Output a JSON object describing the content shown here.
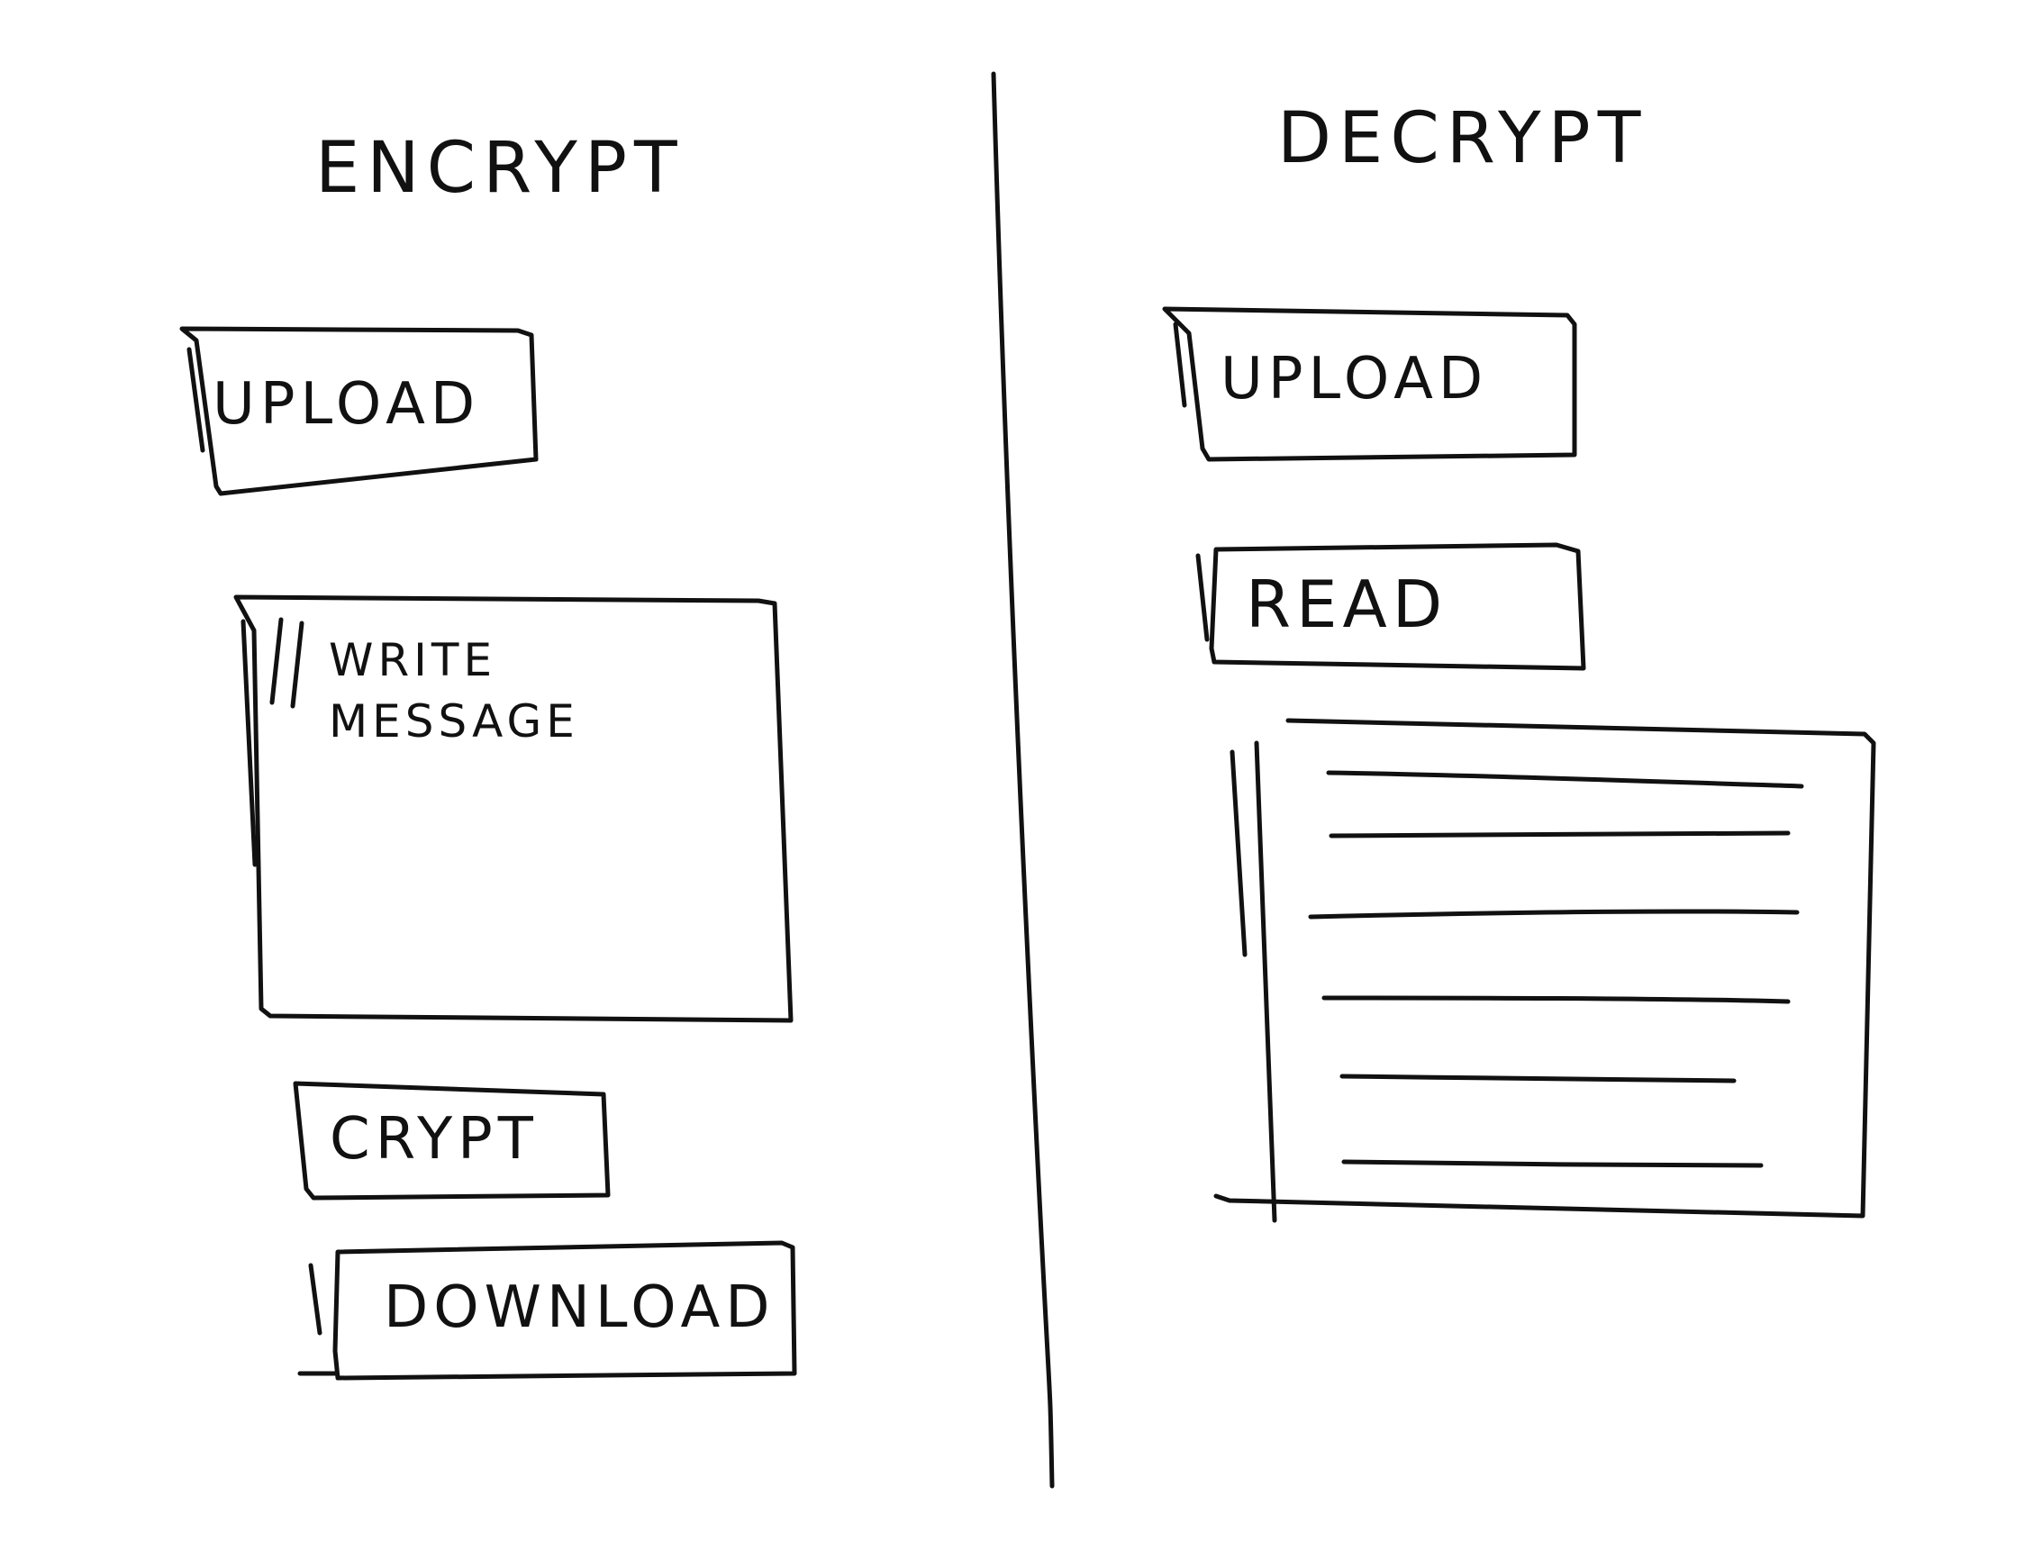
{
  "encrypt": {
    "title": "ENCRYPT",
    "upload_label": "UPLOAD",
    "message_placeholder": "WRITE MESSAGE",
    "crypt_label": "CRYPT",
    "download_label": "DOWNLOAD"
  },
  "decrypt": {
    "title": "DECRYPT",
    "upload_label": "UPLOAD",
    "read_label": "READ"
  }
}
